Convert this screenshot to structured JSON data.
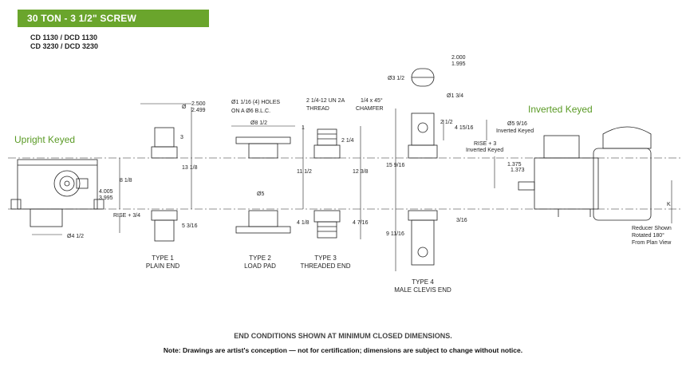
{
  "header": {
    "title": "30 TON - 3 1/2\" SCREW",
    "models": [
      "CD 1130 / DCD 1130",
      "CD 3230 / DCD 3230"
    ],
    "accent_color": "#6aa52c"
  },
  "labels": {
    "upright_keyed": "Upright Keyed",
    "inverted_keyed": "Inverted Keyed"
  },
  "types": [
    {
      "num": "TYPE 1",
      "name": "PLAIN END"
    },
    {
      "num": "TYPE 2",
      "name": "LOAD PAD"
    },
    {
      "num": "TYPE 3",
      "name": "THREADED END"
    },
    {
      "num": "TYPE 4",
      "name": "MALE CLEVIS END"
    }
  ],
  "dims": {
    "d_2500": "2.500",
    "d_2499": "2.499",
    "dia_prefix": "Ø",
    "three": "3",
    "holes_1": "Ø1 1/16 (4) HOLES",
    "holes_2": "ON A Ø6 B.L.C.",
    "pad_dia": "Ø8 1/2",
    "one": "1",
    "thread_1": "2 1/4-12 UN 2A",
    "thread_2": "THREAD",
    "thread_len": "2 1/4",
    "clevis_top_dia": "Ø3 1/2",
    "d_2000": "2.000",
    "d_1995": "1.995",
    "chamfer_1": "1/4 x 45°",
    "chamfer_2": "CHAMFER",
    "pin_dia": "Ø1 3/4",
    "clevis_a": "2 1/2",
    "clevis_b": "4 15/16",
    "rise3_1": "RISE + 3",
    "rise3_2": "Inverted Keyed",
    "inv_dia_1": "Ø5 9/16",
    "inv_dia_2": "Inverted Keyed",
    "shaft_1375": "1.375",
    "shaft_1373": "1.373",
    "t1_1": "8 1/8",
    "t1_2": "13 1/8",
    "d_4005": "4.005",
    "d_3995": "3.995",
    "t2_1": "11 1/2",
    "t3_1": "12 3/8",
    "t4_1": "15 9/16",
    "rise_34": "RISE + 3/4",
    "t1_3": "5 3/16",
    "base_dia": "Ø4 1/2",
    "pad_dia_low": "Ø5",
    "t3_2": "4 1/8",
    "t3_3": "4 7/16",
    "t4_2": "9 11/16",
    "t4_3": "3/16",
    "k": "K"
  },
  "reducer_note": [
    "Reducer Shown",
    "Rotated 180°",
    "From Plan View"
  ],
  "footer": {
    "end_conditions": "END CONDITIONS SHOWN AT MINIMUM CLOSED DIMENSIONS.",
    "note": "Note: Drawings are artist's conception — not for certification; dimensions are subject to change without notice."
  }
}
